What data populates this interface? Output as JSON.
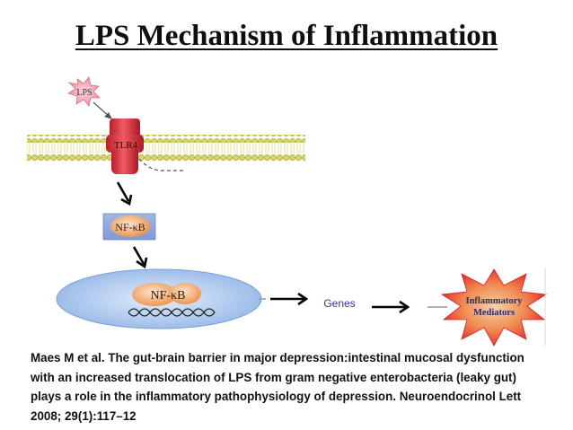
{
  "title": "LPS Mechanism of Inflammation",
  "labels": {
    "lps": "LPS",
    "tlr4": "TLR4",
    "nfkb_cytoplasm": "NF-κB",
    "nfkb_nucleus": "NF-κB",
    "genes": "Genes",
    "mediators_line1": "Inflammatory",
    "mediators_line2": "Mediators"
  },
  "citation": {
    "line1": "Maes M et al.  The gut-brain barrier in major depression:intestinal mucosal dysfunction",
    "line2": "with an increased translocation of LPS from gram negative enterobacteria (leaky gut)",
    "line3": "plays a role in the inflammatory pathophysiology of depression. Neuroendocrinol Lett",
    "line4": "2008; 29(1):117–12"
  },
  "colors": {
    "lps_fill": "#f0a9b4",
    "receptor": "#e8414d",
    "membrane_head": "#d7d466",
    "nucleus_fill": "#a9c6ec",
    "nfkb_fill": "#f4b07a",
    "genes_text": "#333399",
    "burst": "#e8262b",
    "mediators_text": "#2e2b6b",
    "arrow": "#000000"
  }
}
